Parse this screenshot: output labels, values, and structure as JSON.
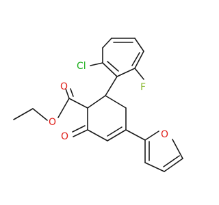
{
  "molecule": {
    "atoms": [
      {
        "id": "cl",
        "symbol": "Cl",
        "color": "#1fb01f"
      },
      {
        "id": "f",
        "symbol": "F",
        "color": "#8fbc3b"
      },
      {
        "id": "o_ester_carbonyl",
        "symbol": "O",
        "color": "#e0211b"
      },
      {
        "id": "o_ester_ether",
        "symbol": "O",
        "color": "#e0211b"
      },
      {
        "id": "o_ketone",
        "symbol": "O",
        "color": "#e0211b"
      },
      {
        "id": "o_furan",
        "symbol": "O",
        "color": "#e0211b"
      }
    ],
    "bond_color": "#1a1a1a"
  }
}
